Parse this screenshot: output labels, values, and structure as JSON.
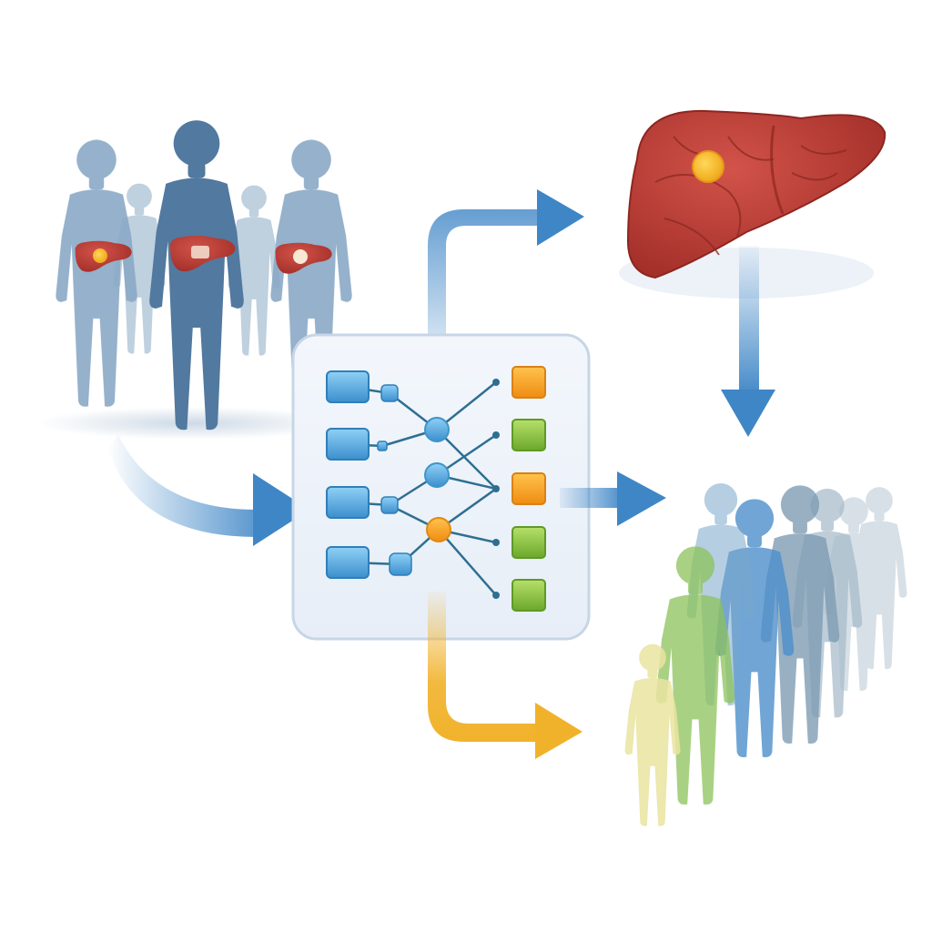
{
  "diagram": {
    "text_labels": [],
    "icons": {
      "patient_group": "patient-cohort-with-liver-icons",
      "liver": "liver-with-tumor-icon",
      "model": "neural-network-model-icon",
      "population": "stratified-population-icon"
    },
    "colors": {
      "background": "#ffffff",
      "silhouette_blue": "#4f7fa8",
      "silhouette_light": "#9ab7cf",
      "liver_red": "#b8372f",
      "tumor_yellow": "#f2b11c",
      "arrow_blue": "#3f86c6",
      "arrow_yellow": "#f1b22b",
      "input_node": "#4aa3dc",
      "hidden_node_blue": "#6cc0e6",
      "hidden_node_orange": "#f4a51c",
      "output_orange": "#f39a1e",
      "output_green": "#86bd39",
      "population_green": "#8cc25a",
      "population_yellow": "#e9e6a0"
    },
    "network": {
      "input_nodes": 4,
      "hidden_nodes": 3,
      "output_nodes": [
        "orange",
        "green",
        "orange",
        "green",
        "green"
      ]
    }
  }
}
